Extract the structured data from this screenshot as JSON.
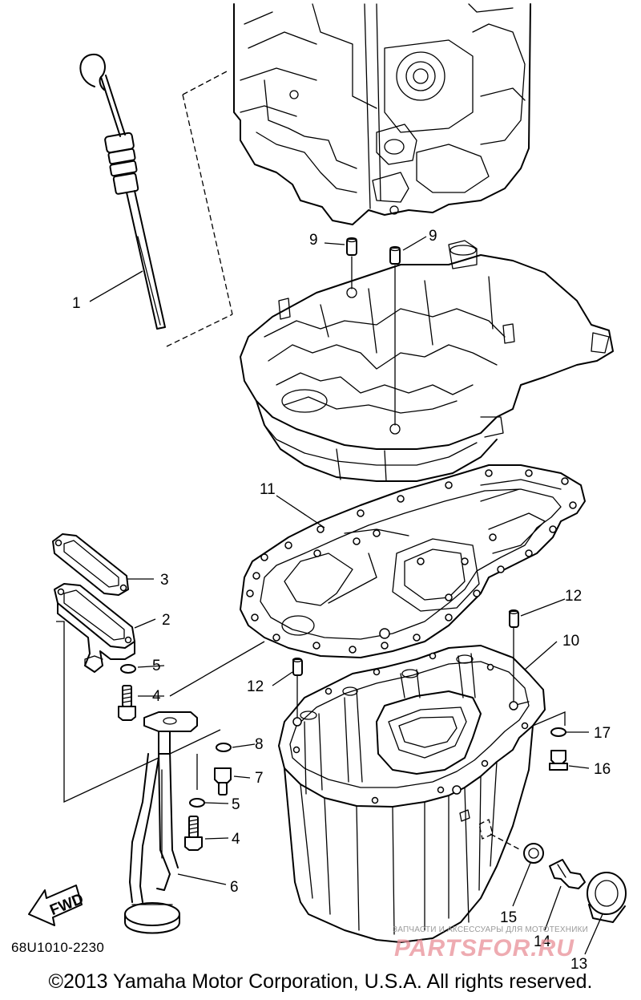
{
  "diagram": {
    "code": "68U1010-2230",
    "copyright": "©2013 Yamaha Motor Corporation, U.S.A. All rights reserved.",
    "fwd_marker": "FWD",
    "callouts": [
      "1",
      "2",
      "3",
      "4",
      "4",
      "5",
      "5",
      "6",
      "7",
      "8",
      "9",
      "9",
      "10",
      "11",
      "12",
      "12",
      "13",
      "14",
      "15",
      "16",
      "17"
    ]
  },
  "watermark": {
    "tagline": "ЗАПЧАСТИ И АКСЕССУАРЫ ДЛЯ МОТОТЕХНИКИ",
    "logo": "PARTSFOR.RU"
  },
  "colors": {
    "line": "#000000",
    "watermark_logo": "#e98f98",
    "watermark_text": "#9a9a9a"
  }
}
